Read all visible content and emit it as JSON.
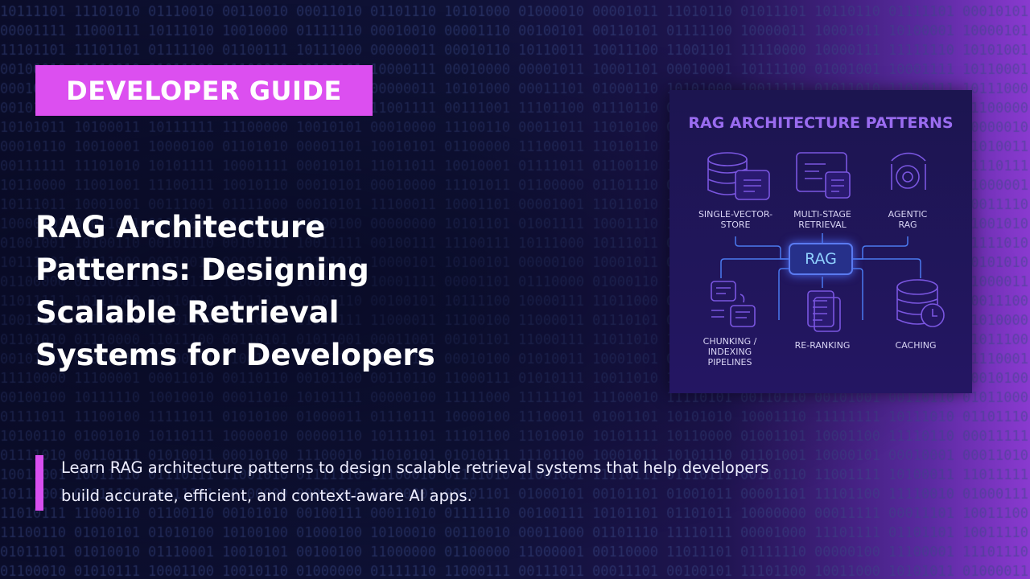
{
  "badge": "DEVELOPER GUIDE",
  "title": [
    "RAG Architecture",
    "Patterns: Designing",
    "Scalable Retrieval",
    "Systems for Developers"
  ],
  "description": "Learn RAG architecture patterns to design scalable retrieval systems that help developers build accurate, efficient, and context-aware AI apps.",
  "diagram": {
    "title": "RAG ARCHITECTURE PATTERNS",
    "center": "RAG",
    "nodes": [
      {
        "label": [
          "SINGLE-VECTOR-",
          "STORE"
        ],
        "icon": "database-document-icon"
      },
      {
        "label": [
          "MULTI-STAGE",
          "RETRIEVAL"
        ],
        "icon": "documents-icon"
      },
      {
        "label": [
          "AGENTIC",
          "RAG"
        ],
        "icon": "gear-cycle-icon"
      },
      {
        "label": [
          "CHUNKING /",
          "INDEXING",
          "PIPELINES"
        ],
        "icon": "chunking-icon"
      },
      {
        "label": [
          "RE-RANKING"
        ],
        "icon": "stacked-documents-icon"
      },
      {
        "label": [
          "CACHING"
        ],
        "icon": "database-clock-icon"
      }
    ]
  },
  "colors": {
    "accent": "#dc4ff0",
    "panel": "#1c1550",
    "line": "#4a7af0"
  }
}
